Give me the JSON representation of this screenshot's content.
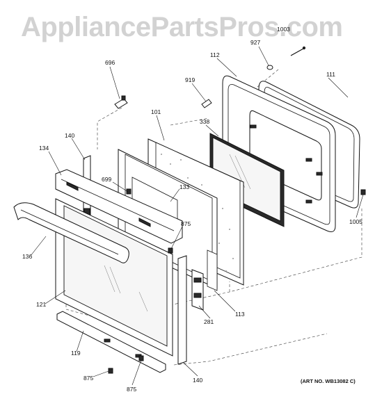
{
  "watermark": "AppliancePartsPros.com",
  "art_number": "(ART NO. WB13082 C)",
  "callouts": {
    "c696": "696",
    "c919": "919",
    "c927": "927",
    "c1003": "1003",
    "c112": "112",
    "c111": "111",
    "c101": "101",
    "c338": "338",
    "c140_top": "140",
    "c134": "134",
    "c699": "699",
    "c133": "133",
    "c875_mid": "875",
    "c1005": "1005",
    "c136": "136",
    "c121": "121",
    "c113": "113",
    "c281": "281",
    "c119": "119",
    "c875_bl": "875",
    "c875_bc": "875",
    "c140_bot": "140"
  },
  "colors": {
    "line": "#111111",
    "watermark": "#d2d2d2",
    "background": "#ffffff"
  }
}
